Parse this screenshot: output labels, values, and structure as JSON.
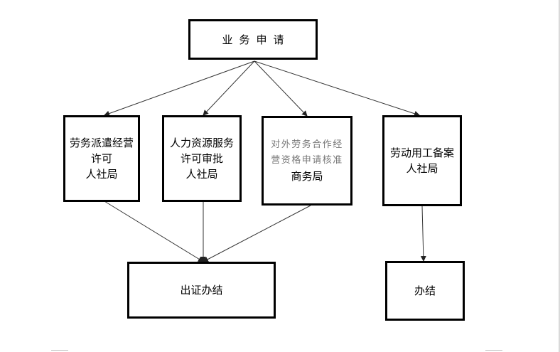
{
  "top": {
    "text": "业务申请"
  },
  "mid": [
    {
      "lines": [
        "劳务派遣经营",
        "许可",
        "人社局"
      ]
    },
    {
      "lines": [
        "人力资源服务",
        "许可审批",
        "人社局"
      ]
    },
    {
      "lines": [
        "对外劳务合作经",
        "营资格申请核准",
        "商务局"
      ]
    },
    {
      "lines": [
        "劳动用工备案",
        "人社局"
      ]
    }
  ],
  "bottom": [
    {
      "text": "出证办结"
    },
    {
      "text": "办结"
    }
  ]
}
